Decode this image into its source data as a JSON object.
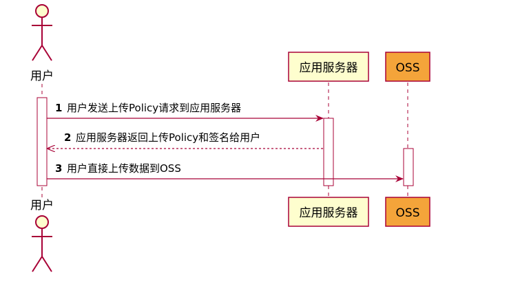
{
  "participants": {
    "user": {
      "label": "用户"
    },
    "app_server": {
      "label": "应用服务器",
      "fill": "#FEFECE",
      "border": "#A80036"
    },
    "oss": {
      "label": "OSS",
      "fill": "#F4A43A",
      "border": "#A80036"
    }
  },
  "messages": [
    {
      "num": "1",
      "text": "用户发送上传Policy请求到应用服务器",
      "style": "solid"
    },
    {
      "num": "2",
      "text": "应用服务器返回上传Policy和签名给用户",
      "style": "dashed"
    },
    {
      "num": "3",
      "text": "用户直接上传数据到OSS",
      "style": "solid"
    }
  ],
  "colors": {
    "line": "#A80036",
    "actor_fill": "#FEFECE",
    "activation_fill": "#FFFFFF"
  }
}
